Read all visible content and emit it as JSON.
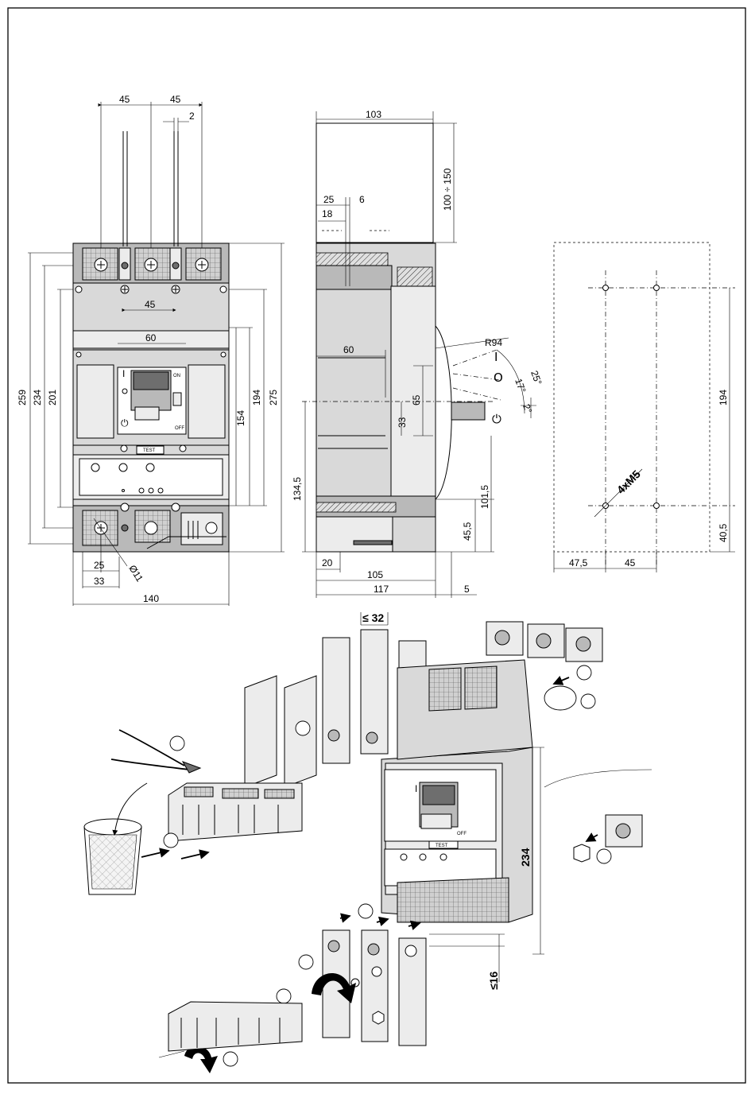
{
  "front_view": {
    "dims": {
      "pitch_left": "45",
      "pitch_right": "45",
      "lever_offset": "2",
      "mount_pitch": "45",
      "handle_width": "60",
      "h259": "259",
      "h234": "234",
      "h201": "201",
      "h194": "194",
      "h154": "154",
      "h275": "275",
      "bottom25": "25",
      "bottom33": "33",
      "hole": "Ø11",
      "width140": "140"
    },
    "labels": {
      "on_mark": "I",
      "on_text": "ON",
      "off_text": "OFF",
      "test": "TEST",
      "power_symbol": "⏻"
    }
  },
  "side_view": {
    "dims": {
      "depth103": "103",
      "lever_range": "100 ÷ 150",
      "d25": "25",
      "d6": "6",
      "d18": "18",
      "d60": "60",
      "radius": "R94",
      "a25": "25°",
      "a17": "17°",
      "a2": "2°",
      "d65": "65",
      "d33": "33",
      "h134": "134,5",
      "h101": "101,5",
      "h45": "45,5",
      "d20": "20",
      "d105": "105",
      "d117": "117",
      "d5": "5"
    },
    "labels": {
      "pos_on": "I",
      "pos_o": "O",
      "pos_off": "⏻"
    }
  },
  "drilling_plan": {
    "dims": {
      "h194": "194",
      "h40": "40,5",
      "w47": "47,5",
      "w45": "45",
      "screws": "4xM5"
    }
  },
  "mounting_view": {
    "dims": {
      "bar_max": "≤ 32",
      "height234": "234",
      "max16": "≤16"
    },
    "labels": {
      "on_mark": "I",
      "off_text": "OFF",
      "test": "TEST"
    }
  }
}
